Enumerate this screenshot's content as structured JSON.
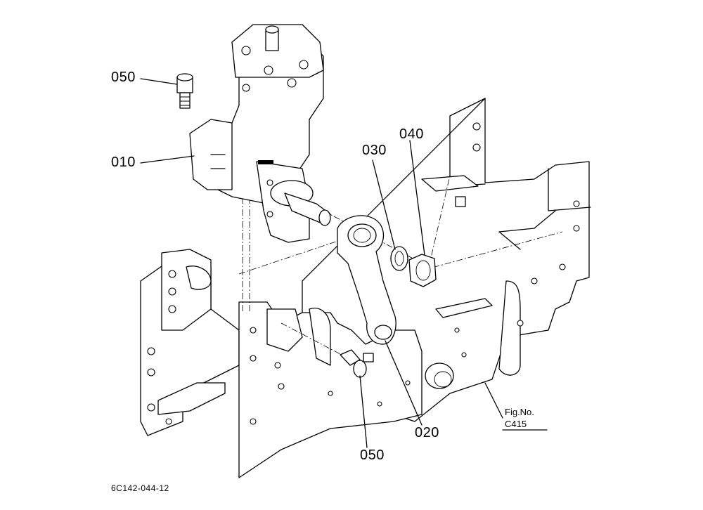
{
  "diagram": {
    "callouts": {
      "part_050_top": "050",
      "part_010": "010",
      "part_030": "030",
      "part_040": "040",
      "part_020": "020",
      "part_050_bottom": "050"
    },
    "figure_ref": {
      "line1": "Fig.No.",
      "line2": "C415"
    },
    "drawing_code": "6C142-044-12"
  }
}
